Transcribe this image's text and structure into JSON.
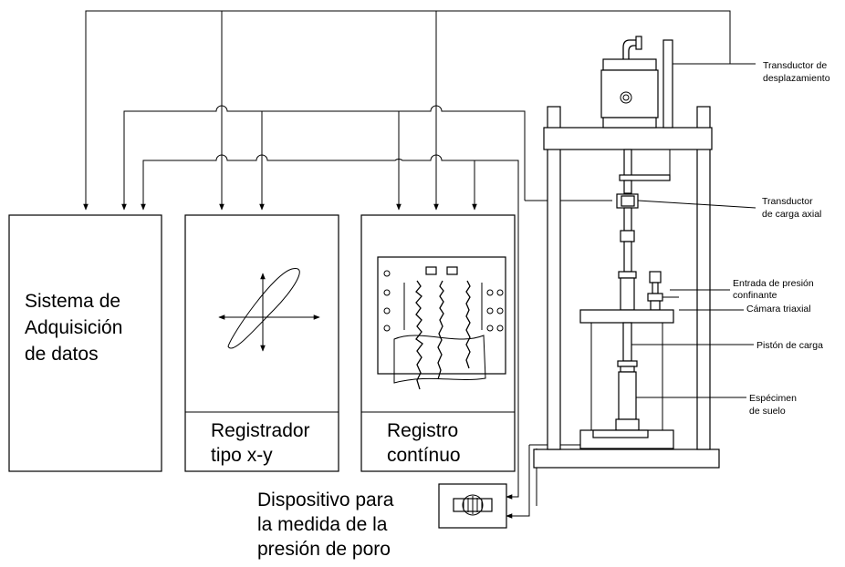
{
  "boxes": {
    "daq": [
      "Sistema de",
      "Adquisición",
      "de datos"
    ],
    "xy_recorder": [
      "Registrador",
      "tipo x-y"
    ],
    "continuous": [
      "Registro",
      "contínuo"
    ],
    "pore_pressure": [
      "Dispositivo para",
      "la medida de la",
      "presión de poro"
    ]
  },
  "labels": {
    "displacement": [
      "Transductor de",
      "desplazamiento"
    ],
    "axial_load": [
      "Transductor",
      "de carga axial"
    ],
    "confining": [
      "Entrada de presión",
      "confinante"
    ],
    "cell": [
      "Cámara triaxial"
    ],
    "piston": [
      "Pistón de carga"
    ],
    "specimen": [
      "Espécimen",
      "de suelo"
    ]
  }
}
